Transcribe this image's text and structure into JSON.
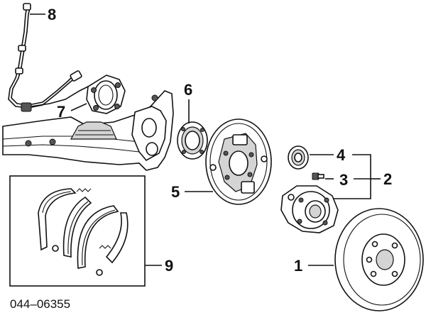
{
  "diagram": {
    "callouts": {
      "c1": "1",
      "c2": "2",
      "c3": "3",
      "c4": "4",
      "c5": "5",
      "c6": "6",
      "c7": "7",
      "c8": "8",
      "c9": "9"
    },
    "code": "044–06355"
  }
}
